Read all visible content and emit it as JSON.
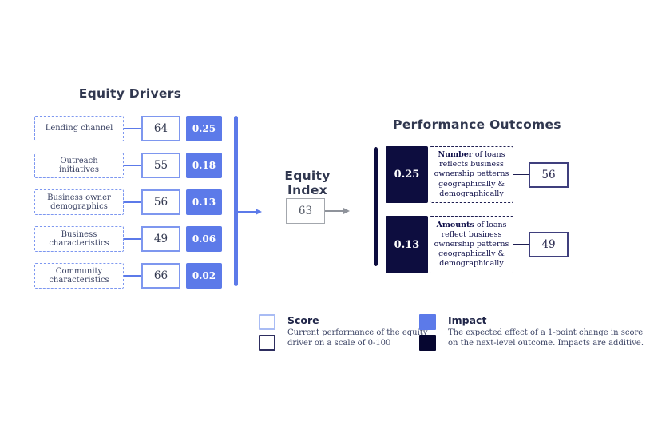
{
  "colors": {
    "accent_blue": "#5c7ae9",
    "light_blue_border": "#a9bcf4",
    "navy": "#0d0d3f",
    "title_text": "#30374f",
    "gray_arrow": "#8f939b"
  },
  "drivers": {
    "title": "Equity Drivers",
    "items": [
      {
        "label": "Lending channel",
        "score": "64",
        "impact": "0.25"
      },
      {
        "label": "Outreach initiatives",
        "score": "55",
        "impact": "0.18"
      },
      {
        "label": "Business owner demographics",
        "score": "56",
        "impact": "0.13"
      },
      {
        "label": "Business characteristics",
        "score": "49",
        "impact": "0.06"
      },
      {
        "label": "Community characteristics",
        "score": "66",
        "impact": "0.02"
      }
    ]
  },
  "index": {
    "title": "Equity Index",
    "score": "63"
  },
  "outcomes": {
    "title": "Performance Outcomes",
    "items": [
      {
        "impact": "0.25",
        "label_bold": "Number",
        "label_rest": " of loans reflects business ownership patterns geographically & demographically",
        "score": "56"
      },
      {
        "impact": "0.13",
        "label_bold": "Amounts",
        "label_rest": " of loans reflect business ownership patterns geographically & demographically",
        "score": "49"
      }
    ]
  },
  "legend": {
    "score": {
      "title": "Score",
      "description": "Current performance of the equity driver on a scale of 0-100"
    },
    "impact": {
      "title": "Impact",
      "description": "The expected effect of a 1-point change in score on the next-level outcome. Impacts are additive."
    }
  }
}
